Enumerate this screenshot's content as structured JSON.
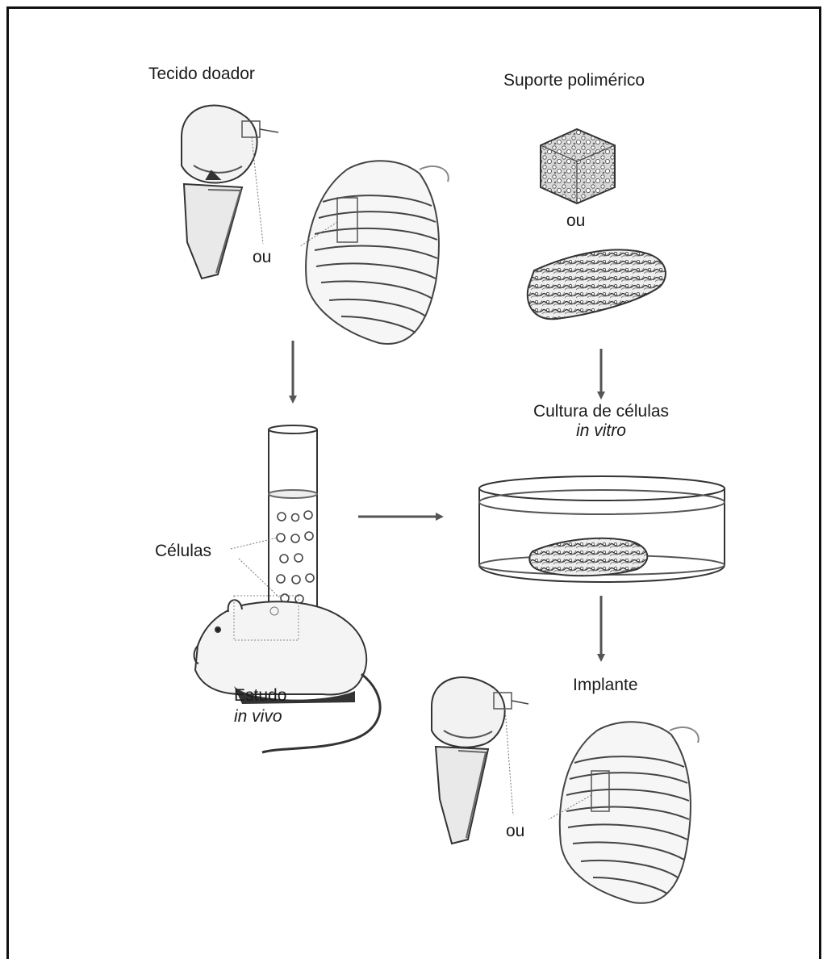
{
  "labels": {
    "donor_tissue": "Tecido doador",
    "polymer_support": "Suporte polimérico",
    "or_top_left": "ou",
    "or_top_right": "ou",
    "culture_line1": "Cultura de células",
    "culture_line2": "in vitro",
    "cells": "Células",
    "study_line1": "Estudo",
    "study_line2": "in vivo",
    "implant": "Implante",
    "or_bottom": "ou"
  }
}
